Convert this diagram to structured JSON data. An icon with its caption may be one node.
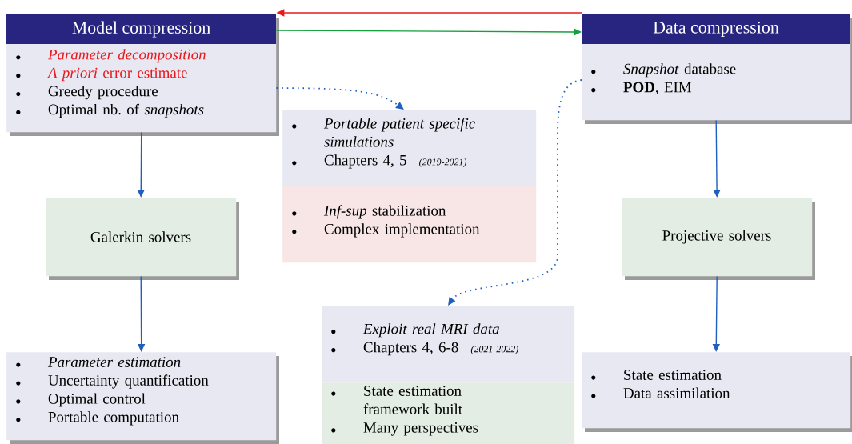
{
  "diagram": {
    "nodes": [
      {
        "text": [
          "Model compression",
          "Parameter decomposition",
          "*A priori* error estimate",
          "Greedy procedure",
          "Optimal nb. of *snapshots*"
        ]
      },
      {
        "text": [
          "Data compression",
          "*Snapshot* database",
          "**POD**, EIM"
        ]
      },
      {
        "text": [
          "Galerkin solvers"
        ]
      },
      {
        "text": [
          "Projective solvers"
        ]
      },
      {
        "text": [
          "Parameter estimation",
          "Uncertainty quantification",
          "Optimal control",
          "Portable computation"
        ]
      },
      {
        "text": [
          "State estimation",
          "Data assimilation"
        ]
      },
      {
        "text": [
          "Portable patient specific simulations",
          "Chapters 4, 5",
          "(2019-2021)"
        ]
      },
      {
        "text": [
          "*Inf-sup* stabilization",
          "Complex implementation"
        ]
      },
      {
        "text": [
          "Exploit real MRI data",
          "Chapters 4, 6-8",
          "(2021-2022)"
        ]
      },
      {
        "text": [
          "State estimation framework built",
          "Many perspectives"
        ]
      }
    ],
    "edges": [
      {
        "from": 1,
        "to": 0,
        "arrow": "to",
        "color": "#e8191e"
      },
      {
        "from": 0,
        "to": 1,
        "arrow": "to",
        "color": "#14a03c"
      },
      {
        "from": 0,
        "to": 2,
        "arrow": "to"
      },
      {
        "from": 2,
        "to": 4,
        "arrow": "to"
      },
      {
        "from": 1,
        "to": 3,
        "arrow": "to"
      },
      {
        "from": 3,
        "to": 5,
        "arrow": "to"
      },
      {
        "from": 0,
        "to": 6,
        "arrow": "to",
        "style": "dashed"
      },
      {
        "from": 1,
        "to": 8,
        "arrow": "to",
        "style": "dashed"
      }
    ]
  }
}
